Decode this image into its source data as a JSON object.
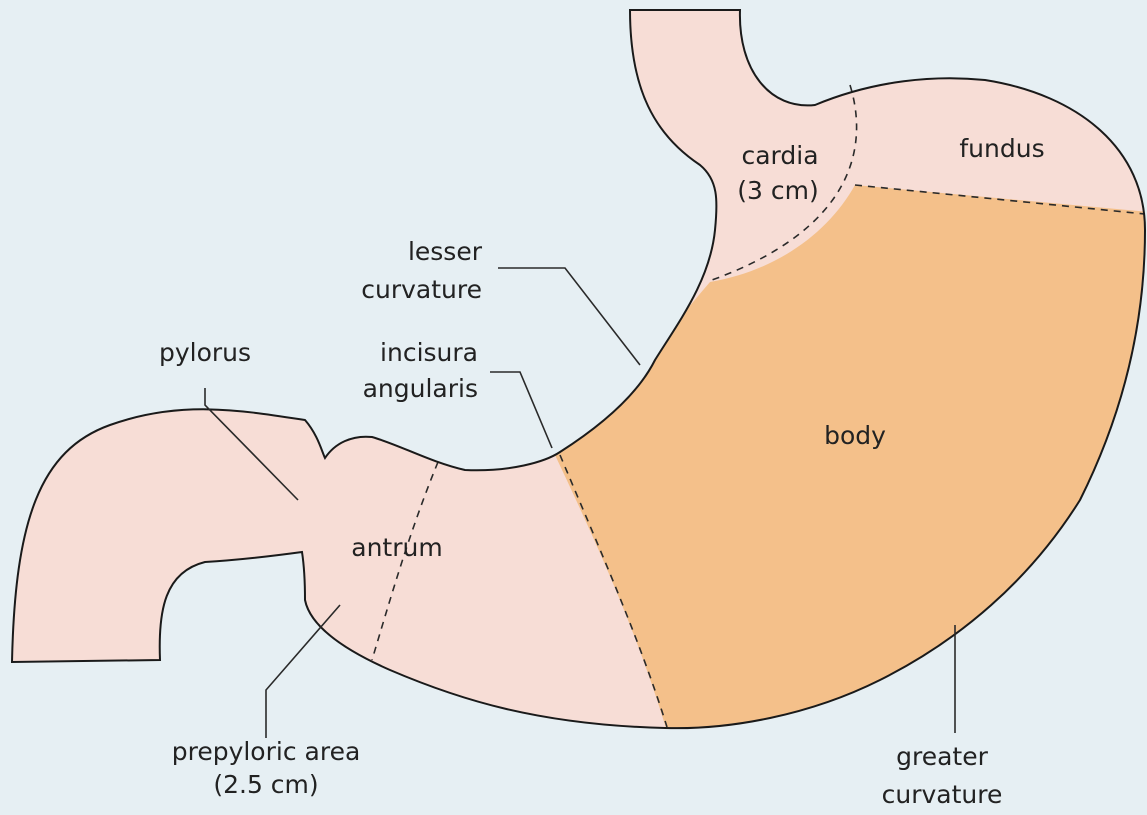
{
  "colors": {
    "background": "#e6eff3",
    "pink_region": "#f7ddd6",
    "body_region": "#f4c08a",
    "outline": "#1a1a1a"
  },
  "regions": {
    "cardia_line1": "cardia",
    "cardia_line2": "(3 cm)",
    "fundus": "fundus",
    "body": "body",
    "antrum": "antrum"
  },
  "callouts": {
    "lesser_curvature_line1": "lesser",
    "lesser_curvature_line2": "curvature",
    "pylorus": "pylorus",
    "incisura_line1": "incisura",
    "incisura_line2": "angularis",
    "prepyloric_line1": "prepyloric area",
    "prepyloric_line2": "(2.5 cm)",
    "greater_curvature_line1": "greater",
    "greater_curvature_line2": "curvature"
  }
}
